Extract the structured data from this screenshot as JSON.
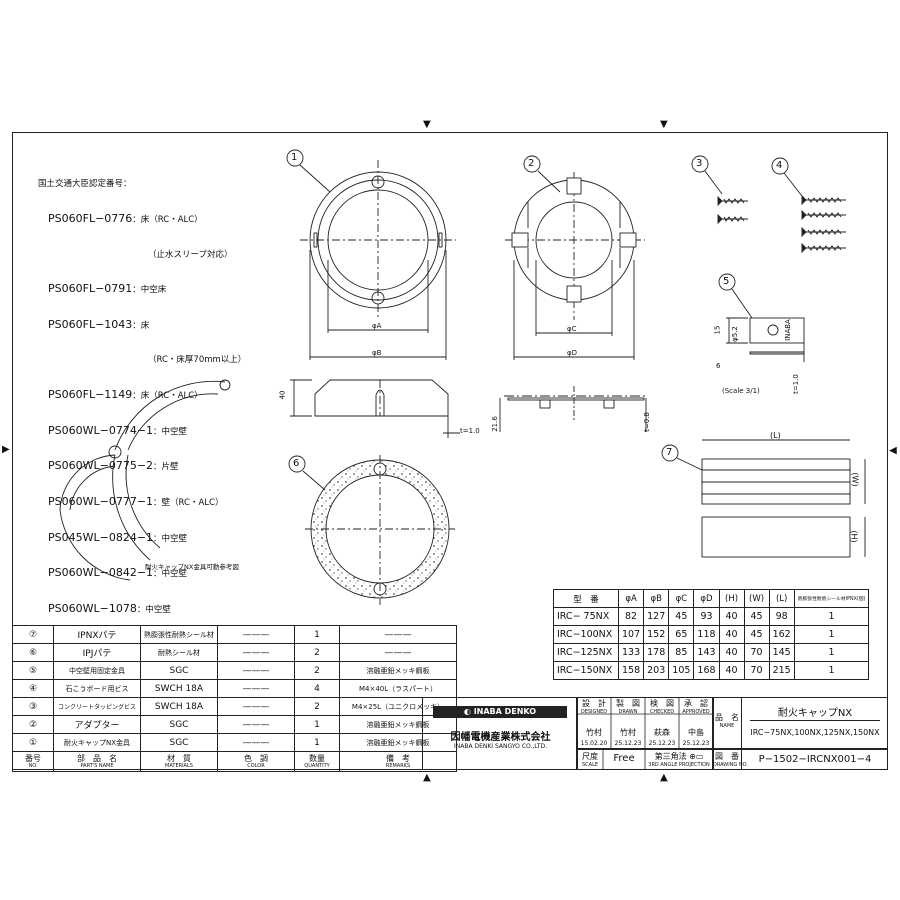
{
  "markers": {
    "top": "▼",
    "side": "▶"
  },
  "certification": {
    "heading": "国土交通大臣認定番号：",
    "lines": [
      {
        "code": "PS060FL−0776",
        "note": "：床（RC・ALC）"
      },
      {
        "code": "",
        "note": "（止水スリーブ対応）"
      },
      {
        "code": "PS060FL−0791",
        "note": "：中空床"
      },
      {
        "code": "PS060FL−1043",
        "note": "：床"
      },
      {
        "code": "",
        "note": "（RC・床厚70mm以上）"
      },
      {
        "code": "PS060FL−1149",
        "note": "：床（RC・ALC）"
      },
      {
        "code": "PS060WL−0774−1",
        "note": "：中空壁"
      },
      {
        "code": "PS060WL−0775−2",
        "note": "：片壁"
      },
      {
        "code": "PS060WL−0777−1",
        "note": "：壁（RC・ALC）"
      },
      {
        "code": "PS045WL−0824−1",
        "note": "：中空壁"
      },
      {
        "code": "PS060WL−0842−1",
        "note": "：中空壁"
      },
      {
        "code": "PS060WL−1078",
        "note": "：中空壁"
      }
    ]
  },
  "callouts": [
    "1",
    "2",
    "3",
    "4",
    "5",
    "6",
    "7"
  ],
  "dims": {
    "phiA": "φA",
    "phiB": "φB",
    "phiC": "φC",
    "phiD": "φD",
    "h40": "40",
    "t1": "t=1.0",
    "h21": "21.6",
    "t08": "t=0.8",
    "d15": "15",
    "d52": "φ5.2",
    "d6": "6",
    "t10": "t=1.0",
    "scale": "(Scale 3/1)",
    "brand": "INABA",
    "L": "(L)",
    "W": "(W)",
    "H": "(H)"
  },
  "movable_caption": "耐火キャップNX金具可動参考図",
  "parts_table": {
    "rows": [
      {
        "no": "⑦",
        "name": "IPNXパテ",
        "material": "熱膨張性耐熱シール材",
        "color": "———",
        "qty": "1",
        "remarks": "———"
      },
      {
        "no": "⑥",
        "name": "IPJパテ",
        "material": "耐熱シール材",
        "color": "———",
        "qty": "2",
        "remarks": "———"
      },
      {
        "no": "⑤",
        "name": "中空壁用固定金具",
        "material": "SGC",
        "color": "———",
        "qty": "2",
        "remarks": "溶融亜鉛メッキ鋼板"
      },
      {
        "no": "④",
        "name": "石こうボード用ビス",
        "material": "SWCH 18A",
        "color": "———",
        "qty": "4",
        "remarks": "M4×40L（ラスパート）"
      },
      {
        "no": "③",
        "name": "コンクリートタッピングビス",
        "material": "SWCH 18A",
        "color": "———",
        "qty": "2",
        "remarks": "M4×25L（ユニクロメッキ）"
      },
      {
        "no": "②",
        "name": "アダプター",
        "material": "SGC",
        "color": "———",
        "qty": "1",
        "remarks": "溶融亜鉛メッキ鋼板"
      },
      {
        "no": "①",
        "name": "耐火キャップNX金具",
        "material": "SGC",
        "color": "———",
        "qty": "1",
        "remarks": "溶融亜鉛メッキ鋼板"
      }
    ],
    "header": {
      "no": "番号",
      "no_en": "NO.",
      "name": "部　品　名",
      "name_en": "PART'S NAME",
      "material": "材　質",
      "material_en": "MATERIALS",
      "color": "色　調",
      "color_en": "COLOR",
      "qty": "数量",
      "qty_en": "QUANTITY",
      "remarks": "備　考",
      "remarks_en": "REMARKS"
    }
  },
  "spec_table": {
    "header": [
      "型　番",
      "φA",
      "φB",
      "φC",
      "φD",
      "(H)",
      "(W)",
      "(L)",
      "熱膨張性耐熱シール材IPNX(個)"
    ],
    "rows": [
      [
        "IRC− 75NX",
        "82",
        "127",
        "45",
        "93",
        "40",
        "45",
        "98",
        "1"
      ],
      [
        "IRC−100NX",
        "107",
        "152",
        "65",
        "118",
        "40",
        "45",
        "162",
        "1"
      ],
      [
        "IRC−125NX",
        "133",
        "178",
        "85",
        "143",
        "40",
        "70",
        "145",
        "1"
      ],
      [
        "IRC−150NX",
        "158",
        "203",
        "105",
        "168",
        "40",
        "70",
        "215",
        "1"
      ]
    ]
  },
  "title_block": {
    "logo": "INABA DENKO",
    "company_jp": "因幡電機産業株式会社",
    "company_en": "INABA DENKI SANGYO CO.,LTD.",
    "roles": [
      {
        "jp": "設　計",
        "en": "DESIGNED",
        "name": "竹村",
        "date": "15.02.20"
      },
      {
        "jp": "製　図",
        "en": "DRAWN",
        "name": "竹村",
        "date": "25.12.23"
      },
      {
        "jp": "検　図",
        "en": "CHECKED",
        "name": "萩森",
        "date": "25.12.23"
      },
      {
        "jp": "承　認",
        "en": "APPROVED",
        "name": "中島",
        "date": "25.12.23"
      }
    ],
    "name_label": "品　名",
    "name_label_en": "NAME",
    "product_name": "耐火キャップNX",
    "product_models": "IRC−75NX,100NX,125NX,150NX",
    "scale_label": "尺度",
    "scale_label_en": "SCALE",
    "scale_value": "Free",
    "projection_label": "第三角法",
    "projection_label_en": "3RD ANGLE PROJECTION",
    "drawing_no_label": "図　番",
    "drawing_no_label_en": "DRAWING NO.",
    "drawing_no": "P−1502−IRCNX001−4"
  }
}
